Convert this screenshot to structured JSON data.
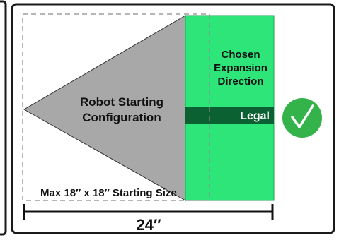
{
  "diagram": {
    "robot_label_line1": "Robot Starting",
    "robot_label_line2": "Configuration",
    "expansion_label_line1": "Chosen",
    "expansion_label_line2": "Expansion",
    "expansion_label_line3": "Direction",
    "legal_label": "Legal",
    "size_label": "Max 18″ x 18″ Starting Size",
    "dimension_label": "24″",
    "check_icon": "checkmark-icon"
  },
  "colors": {
    "robot_fill": "#a8a8a8",
    "expansion_fill": "#2ee57a",
    "legal_bar": "#0c6132",
    "check_circle": "#34b34a",
    "frame": "#1a1a1a"
  }
}
